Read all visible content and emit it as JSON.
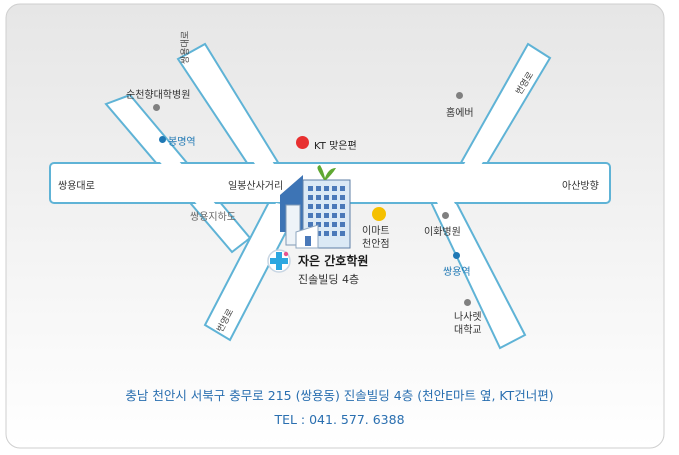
{
  "labels": {
    "soonchunhyang_hospital": "순천향대학병원",
    "bongmyeong_station": "봉명역",
    "ssangyong_daero": "쌍용대로",
    "ilbongsan_intersection": "일봉산사거리",
    "ssangyong_underpass": "쌍용지하도",
    "kt_branch": "KT 맞은편",
    "homeplus": "홈에버",
    "asan_direction": "아산방향",
    "emart_line1": "이마트",
    "emart_line2": "천안점",
    "ewha_hospital": "이화병원",
    "ssangyong_station": "쌍용역",
    "nazarene_line1": "나사렛",
    "nazarene_line2": "대학교",
    "road_top_left": "쌍용대로",
    "road_top_right": "번영로",
    "road_bottom_left": "번영로"
  },
  "academy": {
    "name": "자은 간호학원",
    "building": "진솔빌딩 4층"
  },
  "footer": {
    "address": "충남 천안시 서북구 충무로 215 (쌍용동) 진솔빌딩 4층 (천안E마트 옆, KT건너편)",
    "tel": "TEL : 041. 577. 6388"
  },
  "colors": {
    "road_border": "#5fb3d6",
    "station_blue": "#1f78b4",
    "text_blue": "#2a6fb0",
    "kt_red": "#e83030",
    "emart_yellow": "#f5c000"
  }
}
